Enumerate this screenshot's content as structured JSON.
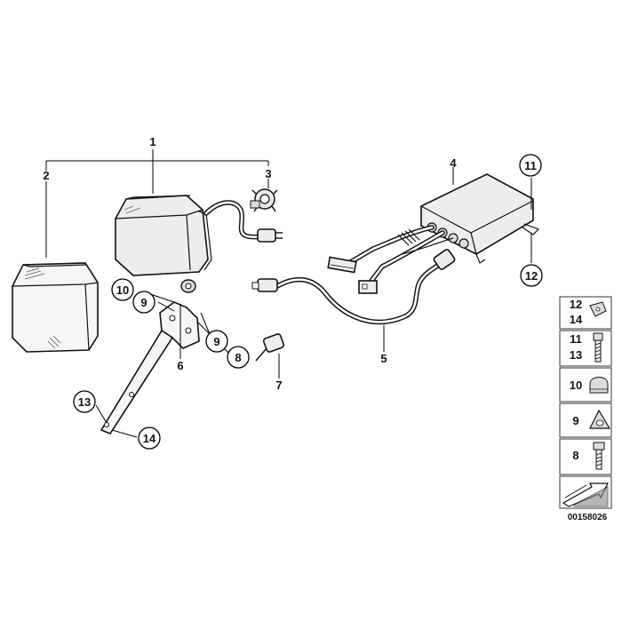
{
  "callouts": {
    "p1": "1",
    "p2": "2",
    "p3": "3",
    "p4": "4",
    "p5": "5",
    "p6": "6",
    "p7": "7",
    "c8": "8",
    "c9a": "9",
    "c9b": "9",
    "c10": "10",
    "c11": "11",
    "c12": "12",
    "c13": "13",
    "c14": "14"
  },
  "sidebar": {
    "row1_top": "12",
    "row1_bottom": "14",
    "row2_top": "11",
    "row2_bottom": "13",
    "row3": "10",
    "row4": "9",
    "row5": "8"
  },
  "diagram_code": "00158026"
}
